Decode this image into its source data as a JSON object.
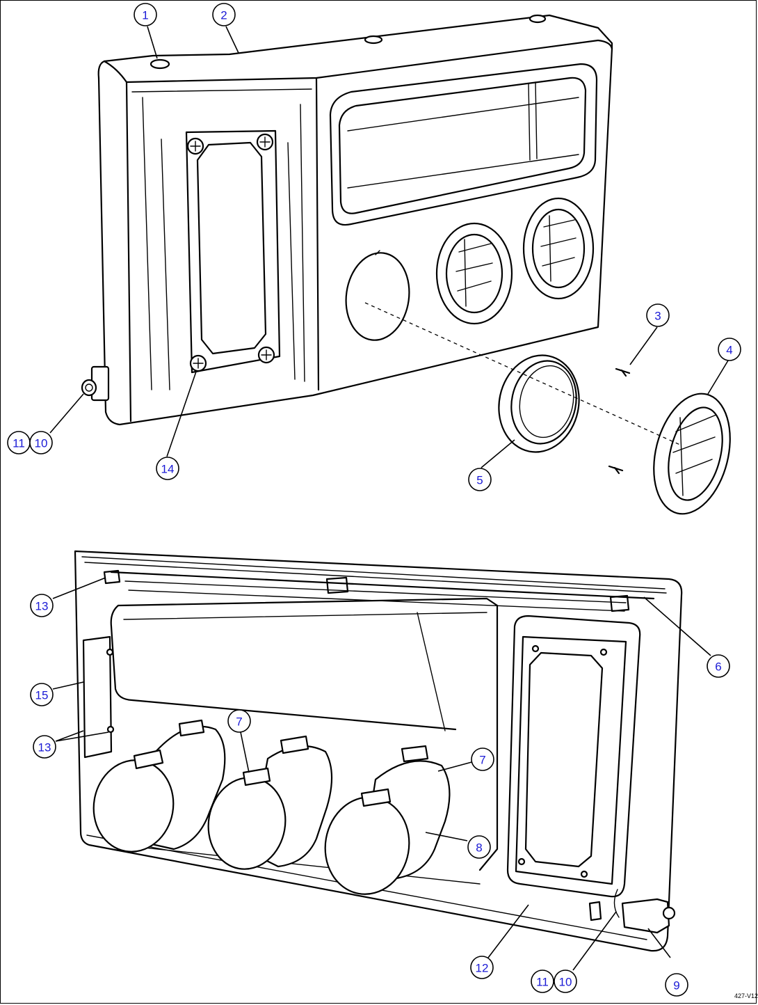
{
  "callouts": [
    {
      "id": "c1",
      "label": "1"
    },
    {
      "id": "c2",
      "label": "2"
    },
    {
      "id": "c3",
      "label": "3"
    },
    {
      "id": "c4",
      "label": "4"
    },
    {
      "id": "c5",
      "label": "5"
    },
    {
      "id": "c11a",
      "label": "11"
    },
    {
      "id": "c10a",
      "label": "10"
    },
    {
      "id": "c14",
      "label": "14"
    },
    {
      "id": "c13a",
      "label": "13"
    },
    {
      "id": "c6",
      "label": "6"
    },
    {
      "id": "c15",
      "label": "15"
    },
    {
      "id": "c13b",
      "label": "13"
    },
    {
      "id": "c7a",
      "label": "7"
    },
    {
      "id": "c7b",
      "label": "7"
    },
    {
      "id": "c8",
      "label": "8"
    },
    {
      "id": "c12",
      "label": "12"
    },
    {
      "id": "c11b",
      "label": "11"
    },
    {
      "id": "c10b",
      "label": "10"
    },
    {
      "id": "c9",
      "label": "9"
    }
  ],
  "drawing_code": "427-V12"
}
